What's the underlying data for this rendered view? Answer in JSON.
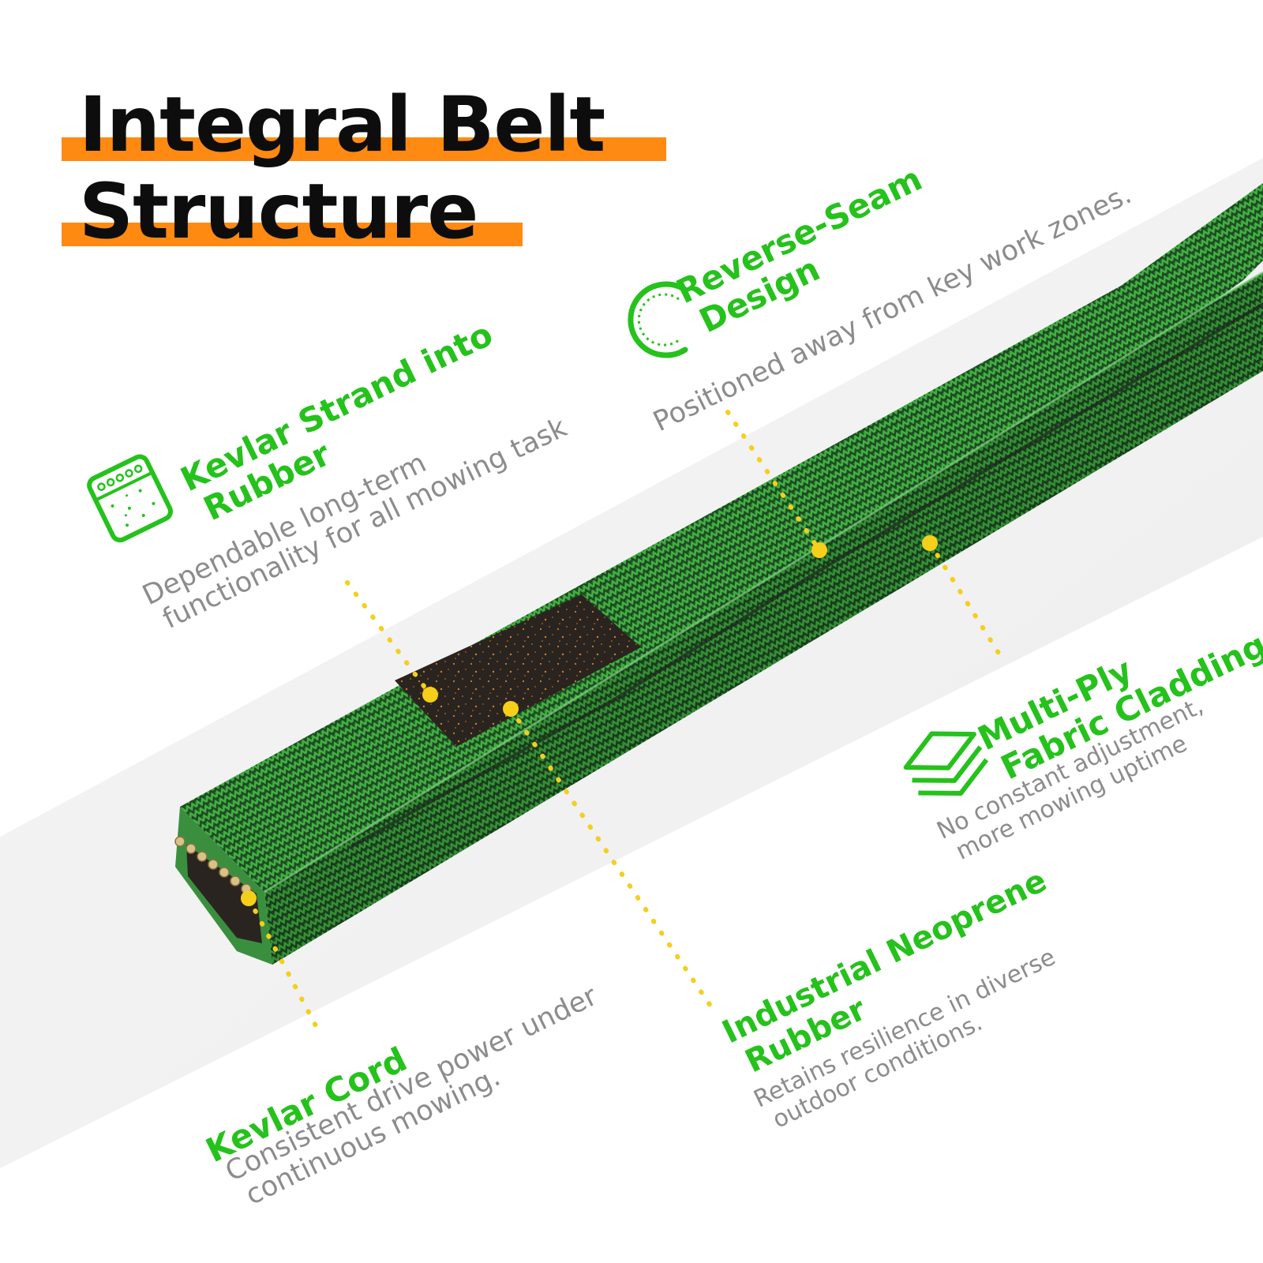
{
  "title": {
    "line1": "Integral Belt",
    "line2": "Structure"
  },
  "features": {
    "kevlar_strand": {
      "title_line1": "Kevlar Strand into",
      "title_line2": "Rubber",
      "desc_line1": "Dependable long-term",
      "desc_line2": "functionality for all mowing task",
      "icon": "rubber-block-icon"
    },
    "reverse_seam": {
      "title_line1": "Reverse-Seam",
      "title_line2": "Design",
      "desc_line1": "Positioned away from key work zones.",
      "icon": "seam-arc-icon"
    },
    "multi_ply": {
      "title_line1": "Multi-Ply",
      "title_line2": "Fabric Cladding",
      "desc_line1": "No constant adjustment,",
      "desc_line2": "more mowing uptime",
      "icon": "layers-icon"
    },
    "neoprene": {
      "title_line1": "Industrial Neoprene",
      "title_line2": "Rubber",
      "desc_line1": "Retains resilience in diverse",
      "desc_line2": "outdoor conditions."
    },
    "kevlar_cord": {
      "title_line1": "Kevlar Cord",
      "desc_line1": "Consistent drive power under",
      "desc_line2": "continuous mowing."
    }
  },
  "colors": {
    "accent_orange": "#ff8a12",
    "accent_green": "#25c21c",
    "leader_yellow": "#f5cf1a",
    "belt_green": "#2f8a35",
    "rubber_black": "#2a2420",
    "text_gray": "#8c8c8c"
  }
}
